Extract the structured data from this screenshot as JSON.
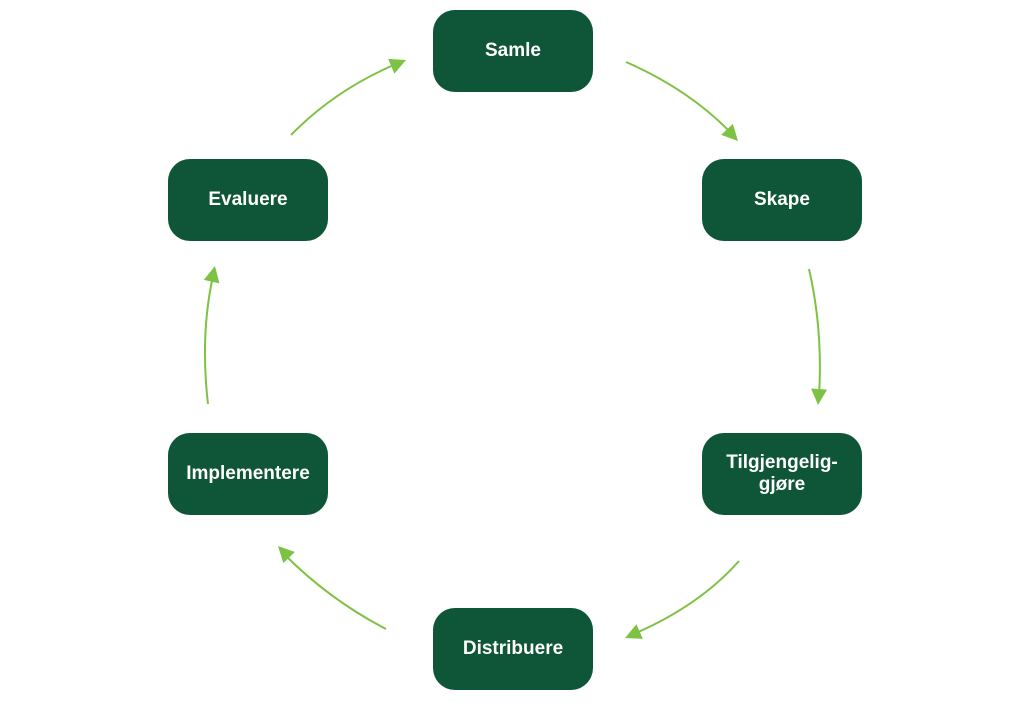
{
  "colors": {
    "node_fill": "#0f5537",
    "node_text": "#ffffff",
    "arrow": "#7dc243",
    "background": "#ffffff"
  },
  "diagram": {
    "type": "cycle",
    "direction": "clockwise",
    "nodes": [
      {
        "id": "samle",
        "label": "Samle"
      },
      {
        "id": "skape",
        "label": "Skape"
      },
      {
        "id": "tilgjengeliggjore",
        "label": "Tilgjengelig-\ngjøre"
      },
      {
        "id": "distribuere",
        "label": "Distribuere"
      },
      {
        "id": "implementere",
        "label": "Implementere"
      },
      {
        "id": "evaluere",
        "label": "Evaluere"
      }
    ],
    "edges": [
      {
        "from": "samle",
        "to": "skape"
      },
      {
        "from": "skape",
        "to": "tilgjengeliggjore"
      },
      {
        "from": "tilgjengeliggjore",
        "to": "distribuere"
      },
      {
        "from": "distribuere",
        "to": "implementere"
      },
      {
        "from": "implementere",
        "to": "evaluere"
      },
      {
        "from": "evaluere",
        "to": "samle"
      }
    ]
  }
}
